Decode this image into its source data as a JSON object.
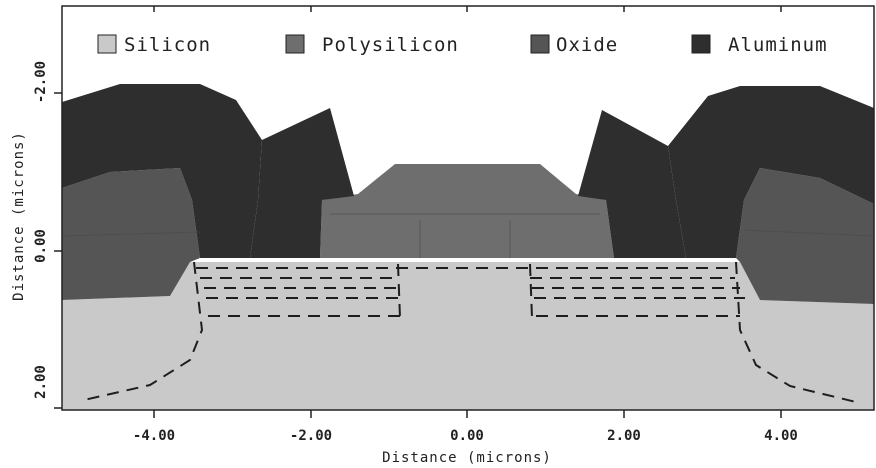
{
  "legend": [
    {
      "label": "Silicon",
      "color": "#c9c9c9"
    },
    {
      "label": "Polysilicon",
      "color": "#6e6e6e"
    },
    {
      "label": "Oxide",
      "color": "#555555"
    },
    {
      "label": "Aluminum",
      "color": "#2e2e2e"
    }
  ],
  "axes": {
    "xlabel": "Distance (microns)",
    "ylabel": "Distance (microns)",
    "x_ticks": [
      "-4.00",
      "-2.00",
      "0.00",
      "2.00",
      "4.00"
    ],
    "y_ticks": [
      "-2.00",
      "0.00",
      "2.00"
    ]
  },
  "colors": {
    "silicon": "#c9c9c9",
    "polysilicon": "#6e6e6e",
    "oxide": "#555555",
    "aluminum": "#2e2e2e",
    "background": "#ffffff",
    "junction_lines": "#1e1e1e"
  }
}
